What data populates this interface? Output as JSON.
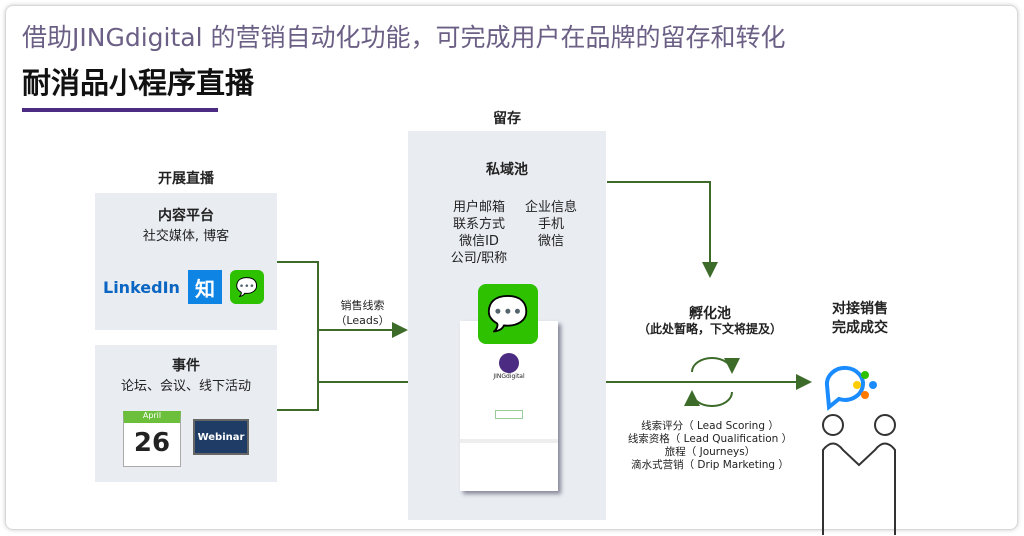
{
  "title": "借助JINGdigital 的营销自动化功能，可完成用户在品牌的留存和转化",
  "subtitle": "耐消品小程序直播",
  "start": {
    "heading": "开展直播",
    "content": {
      "title": "内容平台",
      "desc": "社交媒体, 博客",
      "logos": [
        "LinkedIn",
        "知"
      ]
    },
    "events": {
      "title": "事件",
      "desc": "论坛、会议、线下活动",
      "calendar_month": "April",
      "calendar_day": "26",
      "webinar": "Webinar"
    }
  },
  "leads_label": [
    "销售线索",
    "（Leads）"
  ],
  "retention": {
    "heading": "留存",
    "pool": "私域池",
    "left_fields": [
      "用户邮箱",
      "联系方式",
      "微信ID",
      "公司/职称"
    ],
    "right_fields": [
      "企业信息",
      "手机",
      "微信"
    ],
    "phone_brand": "JINGdigital"
  },
  "nurture": {
    "title": "孵化池",
    "note": "（此处暂略，下文将提及）",
    "items": [
      "线索评分（ Lead Scoring ）",
      "线索资格（ Lead Qualification ）",
      "旅程（ Journeys）",
      "滴水式营销（ Drip Marketing ）"
    ]
  },
  "sales": {
    "line1": "对接销售",
    "line2": "完成成交"
  },
  "colors": {
    "accent": "#4b2c82",
    "line": "#3d6b2a",
    "box": "#e9ecf1",
    "wechat": "#2dc100"
  }
}
